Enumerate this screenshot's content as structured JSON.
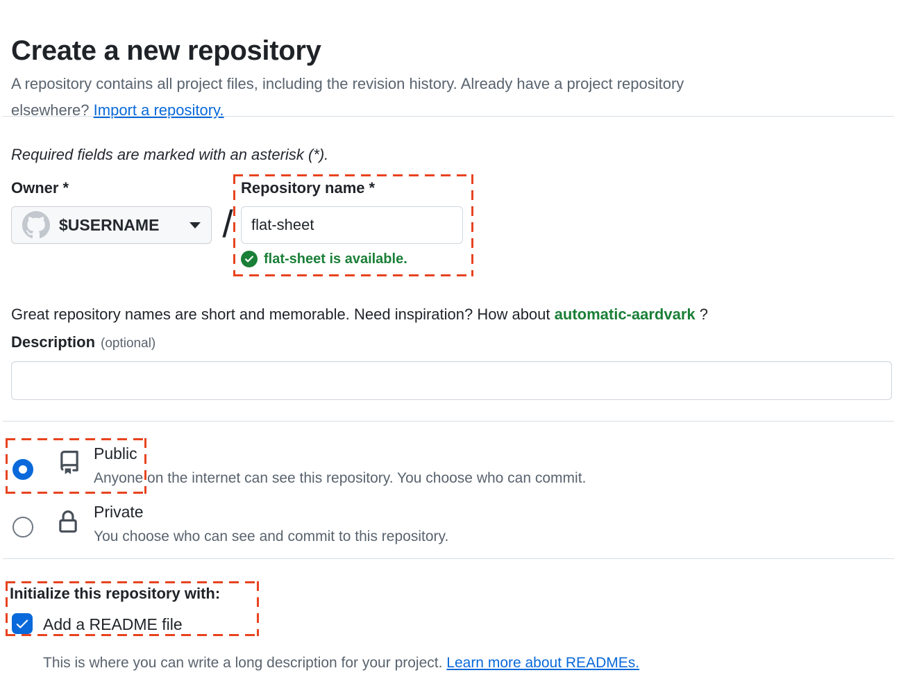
{
  "header": {
    "title": "Create a new repository",
    "intro_line1": "A repository contains all project files, including the revision history. Already have a project repository",
    "intro_line2": "elsewhere?",
    "intro_link": "Import a repository.",
    "required_note": "Required fields are marked with an asterisk (*)."
  },
  "owner_field": {
    "label": "Owner",
    "required_mark": "*",
    "selected_owner": "$USERNAME",
    "avatar_icon": "github-octocat",
    "dropdown_icon": "chevron-down"
  },
  "separator": "/",
  "repo_name_field": {
    "label": "Repository name",
    "required_mark": "*",
    "value": "flat-sheet",
    "availability_icon": "check-circle",
    "availability_message": "flat-sheet is available."
  },
  "name_hint": {
    "text_before": "Great repository names are short and memorable. Need inspiration? How about",
    "suggestion": "automatic-aardvark",
    "text_after": "?"
  },
  "description_field": {
    "label": "Description",
    "optional_note": "(optional)",
    "value": ""
  },
  "visibility_options": [
    {
      "label": "Public",
      "description": "Anyone on the internet can see this repository. You choose who can commit.",
      "selected": true,
      "icon": "repo-book"
    },
    {
      "label": "Private",
      "description": "You choose who can see and commit to this repository.",
      "selected": false,
      "icon": "lock"
    }
  ],
  "initialize_section": {
    "heading": "Initialize this repository with:",
    "readme_checkbox": {
      "label": "Add a README file",
      "checked": true
    },
    "readme_note": "This is where you can write a long description for your project.",
    "readme_link": "Learn more about READMEs."
  },
  "colors": {
    "accent_blue": "#0969da",
    "success_green": "#1a7f37",
    "annotation_red": "#e8431f",
    "muted_text": "#59636e"
  }
}
